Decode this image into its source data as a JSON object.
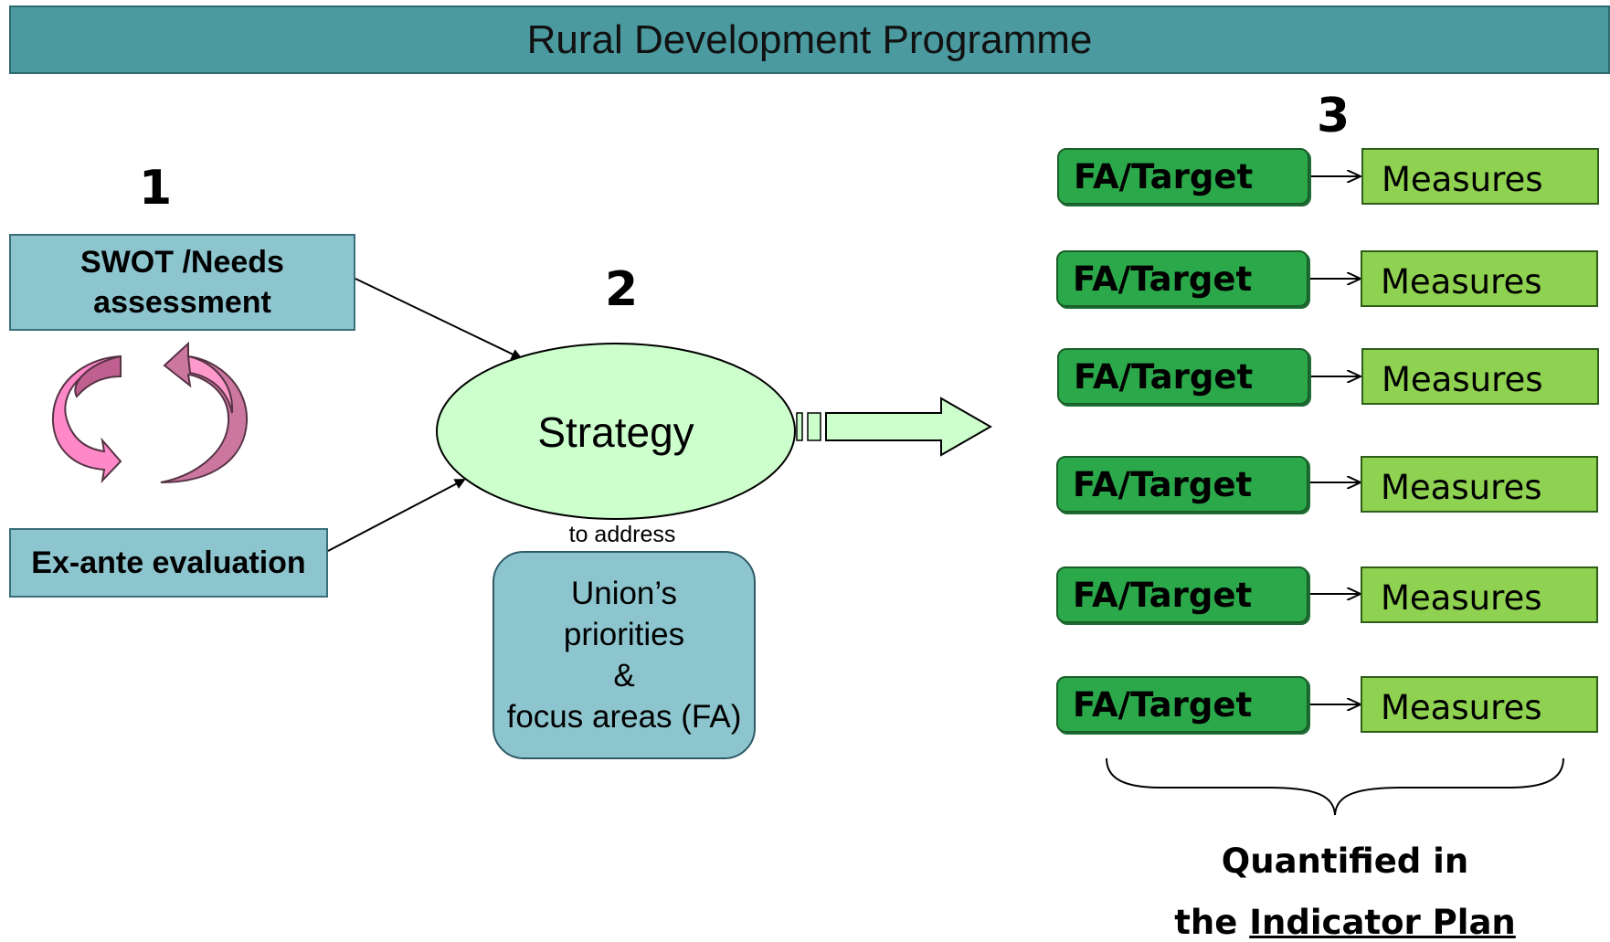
{
  "header": {
    "title": "Rural Development Programme"
  },
  "steps": {
    "step1": "1",
    "step2": "2",
    "step3": "3"
  },
  "left": {
    "swot_line1": "SWOT /Needs",
    "swot_line2": "assessment",
    "exante": "Ex-ante evaluation"
  },
  "center": {
    "strategy": "Strategy",
    "to_address": "to address",
    "union_line1": "Union’s",
    "union_line2": "priorities",
    "union_line3": "&",
    "union_line4": "focus areas (FA)"
  },
  "right": {
    "rows": [
      {
        "fa": "FA/Target",
        "measures": "Measures"
      },
      {
        "fa": "FA/Target",
        "measures": "Measures"
      },
      {
        "fa": "FA/Target",
        "measures": "Measures"
      },
      {
        "fa": "FA/Target",
        "measures": "Measures"
      },
      {
        "fa": "FA/Target",
        "measures": "Measures"
      },
      {
        "fa": "FA/Target",
        "measures": "Measures"
      }
    ],
    "footer_line1": "Quantified in",
    "footer_prefix": "the",
    "footer_link": "Indicator Plan"
  },
  "colors": {
    "header_bg": "#4a9aa0",
    "teal_box": "#8dc5cf",
    "strategy_fill": "#ccffcc",
    "fa_green": "#2aa84a",
    "measures_green": "#8fd150",
    "cycle_arrows": "#cc77a0"
  }
}
